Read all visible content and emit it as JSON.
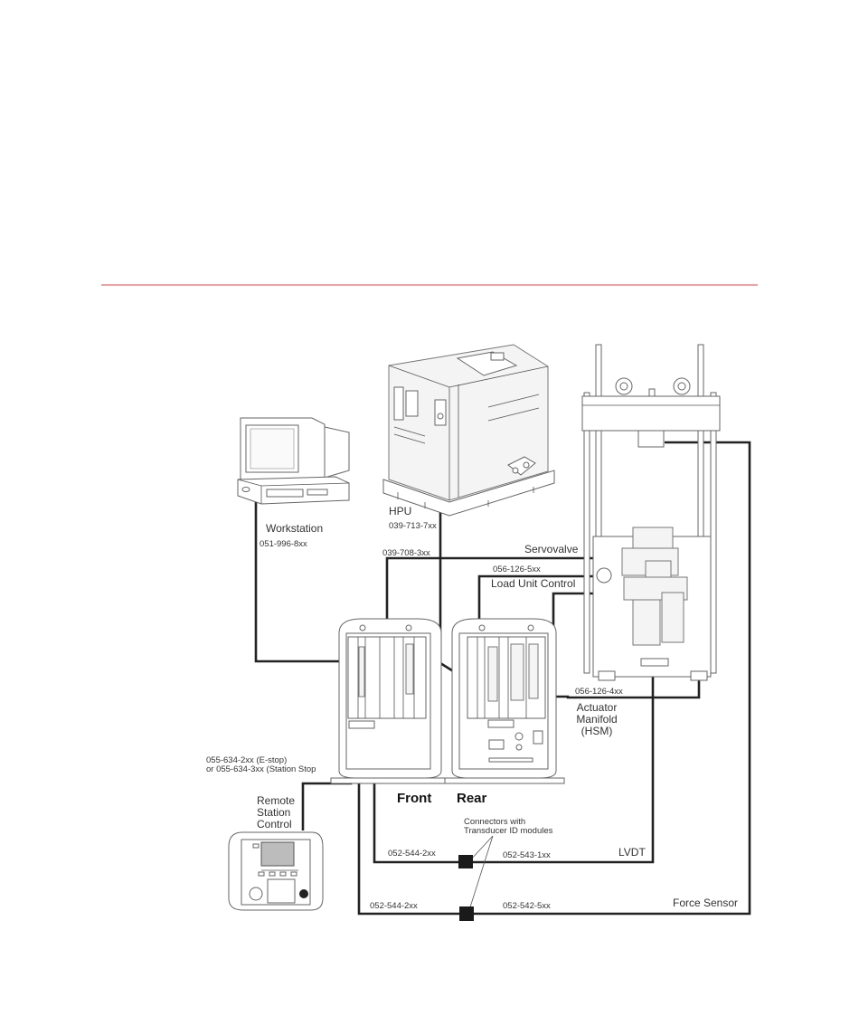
{
  "colors": {
    "rule": "#e2454a",
    "cable": "#222222",
    "connector": "#1a1a1a"
  },
  "labels": {
    "workstation": "Workstation",
    "workstation_pn": "051-996-8xx",
    "hpu": "HPU",
    "hpu_pn": "039-713-7xx",
    "hpu_cable_pn": "039-708-3xx",
    "servovalve": "Servovalve",
    "load_unit_pn": "056-126-5xx",
    "load_unit_control": "Load Unit Control",
    "actuator_pn": "056-126-4xx",
    "actuator_line1": "Actuator",
    "actuator_line2": "Manifold",
    "actuator_line3": "(HSM)",
    "estop_line1": "055-634-2xx (E-stop)",
    "estop_line2": "or 055-634-3xx (Station Stop",
    "front": "Front",
    "rear": "Rear",
    "remote_line1": "Remote",
    "remote_line2": "Station",
    "remote_line3": "Control",
    "connectors_line1": "Connectors with",
    "connectors_line2": "Transducer ID modules",
    "lvdt_left_pn": "052-544-2xx",
    "lvdt_right_pn": "052-543-1xx",
    "lvdt": "LVDT",
    "force_left_pn": "052-544-2xx",
    "force_right_pn": "052-542-5xx",
    "force_sensor": "Force Sensor"
  }
}
